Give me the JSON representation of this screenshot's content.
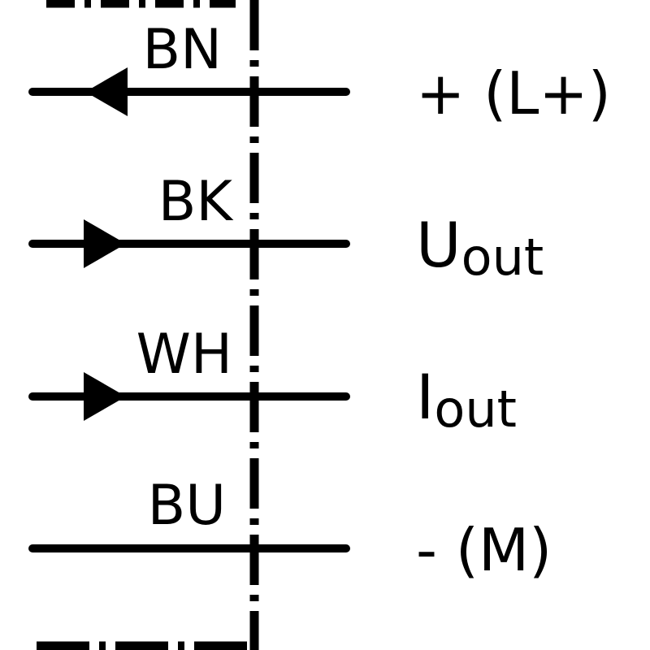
{
  "colors": {
    "line": "#000000",
    "background": "#ffffff"
  },
  "wires": [
    {
      "code": "BN",
      "signal": "+ (L+)",
      "arrow": "in"
    },
    {
      "code": "BK",
      "signal_main": "U",
      "signal_sub": "out",
      "arrow": "out"
    },
    {
      "code": "WH",
      "signal_main": "I",
      "signal_sub": "out",
      "arrow": "out"
    },
    {
      "code": "BU",
      "signal": "- (M)",
      "arrow": "none"
    }
  ]
}
